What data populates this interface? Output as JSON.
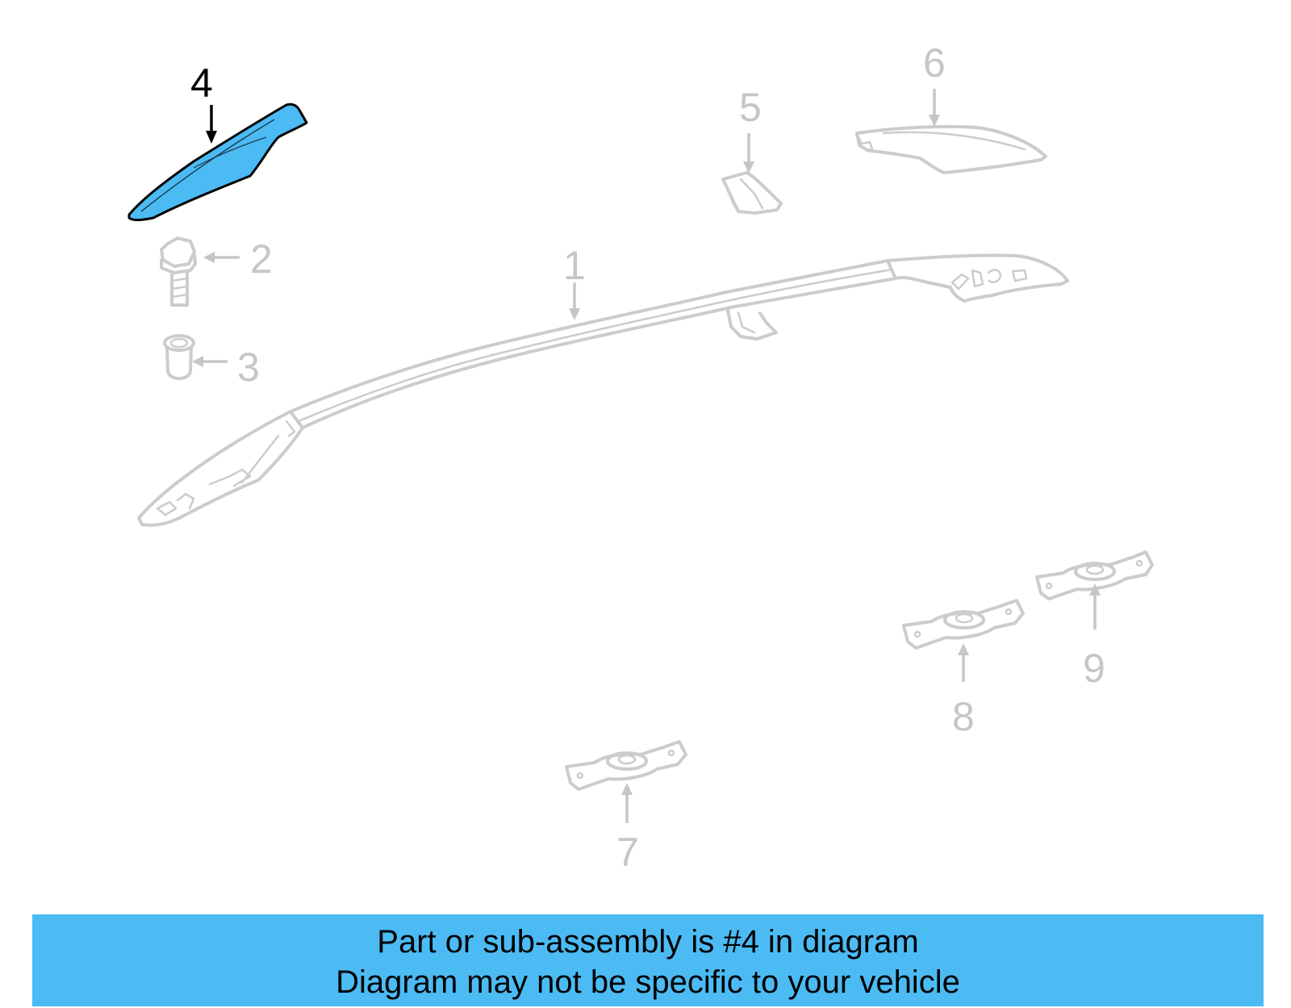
{
  "diagram": {
    "callouts": {
      "c1": "1",
      "c2": "2",
      "c3": "3",
      "c4": "4",
      "c5": "5",
      "c6": "6",
      "c7": "7",
      "c8": "8",
      "c9": "9"
    },
    "highlighted_part": "4",
    "highlight_color": "#4cbbf3",
    "inactive_color": "#cccccc"
  },
  "footer": {
    "line1": "Part or sub-assembly is #4 in diagram",
    "line2": "Diagram may not be specific to your vehicle",
    "background": "#4cbbf3"
  }
}
